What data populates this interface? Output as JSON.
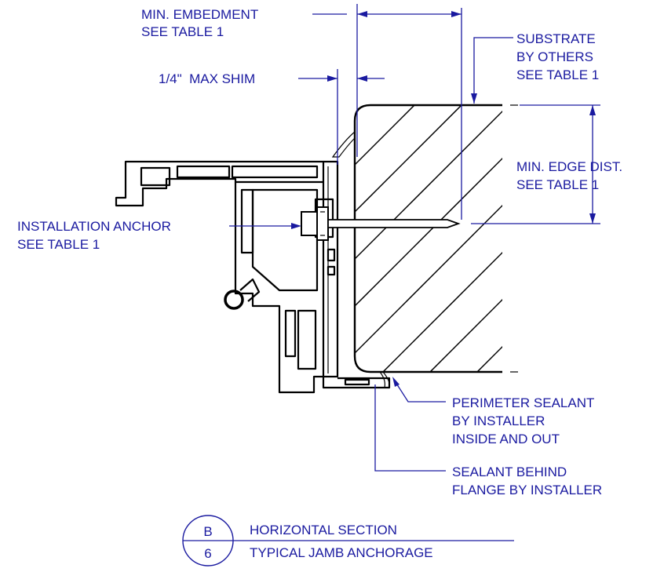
{
  "labels": {
    "min_embedment": [
      "MIN. EMBEDMENT",
      "SEE TABLE 1"
    ],
    "substrate": [
      "SUBSTRATE",
      "BY OTHERS",
      "SEE TABLE 1"
    ],
    "max_shim": "1/4\"  MAX SHIM",
    "min_edge_dist": [
      "MIN. EDGE DIST.",
      "SEE TABLE 1"
    ],
    "installation_anchor": [
      "INSTALLATION ANCHOR",
      "SEE TABLE 1"
    ],
    "perimeter_sealant": [
      "PERIMETER SEALANT",
      "BY INSTALLER",
      "INSIDE AND OUT"
    ],
    "sealant_behind_flange": [
      "SEALANT BEHIND",
      "FLANGE BY INSTALLER"
    ]
  },
  "title_block": {
    "detail_letter": "B",
    "sheet_number": "6",
    "title_line1": "HORIZONTAL SECTION",
    "title_line2": "TYPICAL JAMB ANCHORAGE"
  },
  "colors": {
    "annotation": "#1a1aa0",
    "linework": "#000000"
  }
}
